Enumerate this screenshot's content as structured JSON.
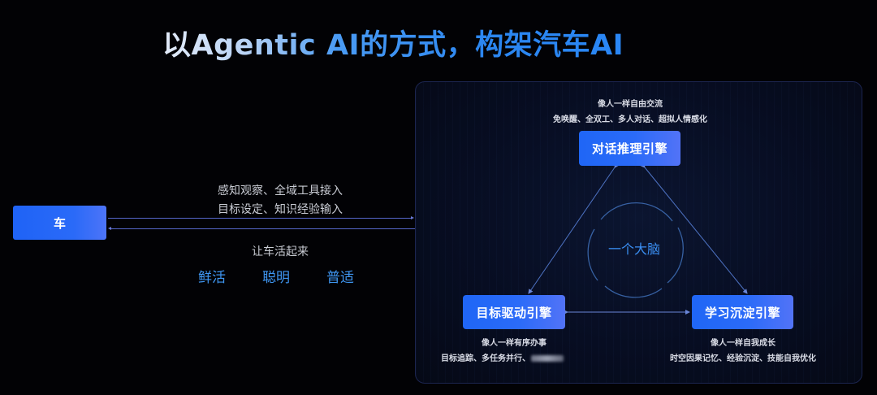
{
  "title": "以Agentic AI的方式，构架汽车AI",
  "car": {
    "label": "车"
  },
  "link": {
    "inputs_line1": "感知观察、全域工具接入",
    "inputs_line2": "目标设定、知识经验输入",
    "output_heading": "让车活起来",
    "traits": [
      "鲜活",
      "聪明",
      "普适"
    ]
  },
  "brain": {
    "label": "一个大脑",
    "engines": [
      {
        "id": "dialogue",
        "label": "对话推理引擎",
        "caption_title": "像人一样自由交流",
        "caption_detail": "免唤醒、全双工、多人对话、超拟人情感化"
      },
      {
        "id": "goal",
        "label": "目标驱动引擎",
        "caption_title": "像人一样有序办事",
        "caption_detail": "目标追踪、多任务并行、"
      },
      {
        "id": "learning",
        "label": "学习沉淀引擎",
        "caption_title": "像人一样自我成长",
        "caption_detail": "时空因果记忆、经验沉淀、技能自我优化"
      }
    ]
  },
  "colors": {
    "background": "#020205",
    "accent_blue": "#2b6bf8",
    "trait_blue": "#3f96f2",
    "panel_border": "#1c2550",
    "line": "#5566c8"
  }
}
